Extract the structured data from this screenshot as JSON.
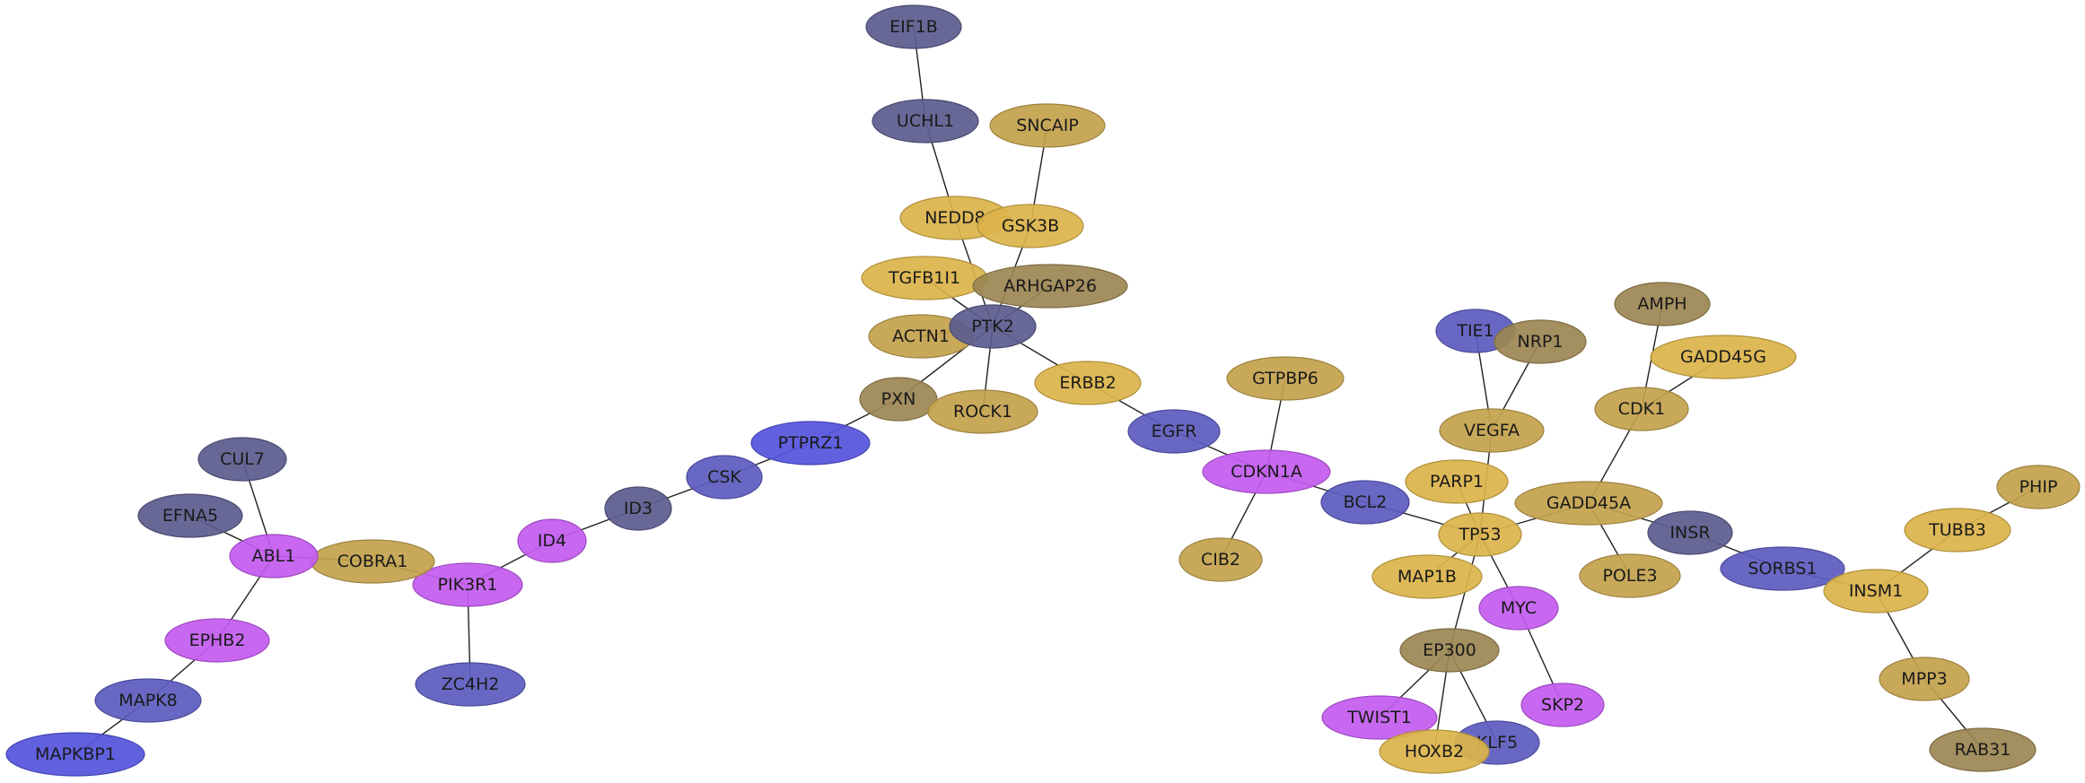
{
  "colors": {
    "gold": "#dcb44a",
    "tan": "#c4a24e",
    "olive": "#9c8653",
    "slate": "#5d5d8f",
    "indigo": "#5c5cbf",
    "blue": "#5555de",
    "magenta": "#c45cf0"
  },
  "nodes": [
    {
      "id": "EIF1B",
      "label": "EIF1B",
      "color": "slate"
    },
    {
      "id": "UCHL1",
      "label": "UCHL1",
      "color": "slate"
    },
    {
      "id": "SNCAIP",
      "label": "SNCAIP",
      "color": "tan"
    },
    {
      "id": "NEDD8",
      "label": "NEDD8",
      "color": "gold"
    },
    {
      "id": "GSK3B",
      "label": "GSK3B",
      "color": "gold"
    },
    {
      "id": "TGFB1I1",
      "label": "TGFB1I1",
      "color": "gold"
    },
    {
      "id": "ARHGAP26",
      "label": "ARHGAP26",
      "color": "olive"
    },
    {
      "id": "ACTN1",
      "label": "ACTN1",
      "color": "tan"
    },
    {
      "id": "PTK2",
      "label": "PTK2",
      "color": "slate"
    },
    {
      "id": "PXN",
      "label": "PXN",
      "color": "olive"
    },
    {
      "id": "ROCK1",
      "label": "ROCK1",
      "color": "tan"
    },
    {
      "id": "ERBB2",
      "label": "ERBB2",
      "color": "gold"
    },
    {
      "id": "PTPRZ1",
      "label": "PTPRZ1",
      "color": "blue"
    },
    {
      "id": "CSK",
      "label": "CSK",
      "color": "indigo"
    },
    {
      "id": "ID3",
      "label": "ID3",
      "color": "slate"
    },
    {
      "id": "ID4",
      "label": "ID4",
      "color": "magenta"
    },
    {
      "id": "PIK3R1",
      "label": "PIK3R1",
      "color": "magenta"
    },
    {
      "id": "ZC4H2",
      "label": "ZC4H2",
      "color": "indigo"
    },
    {
      "id": "COBRA1",
      "label": "COBRA1",
      "color": "tan"
    },
    {
      "id": "ABL1",
      "label": "ABL1",
      "color": "magenta"
    },
    {
      "id": "CUL7",
      "label": "CUL7",
      "color": "slate"
    },
    {
      "id": "EFNA5",
      "label": "EFNA5",
      "color": "slate"
    },
    {
      "id": "EPHB2",
      "label": "EPHB2",
      "color": "magenta"
    },
    {
      "id": "MAPK8",
      "label": "MAPK8",
      "color": "indigo"
    },
    {
      "id": "MAPKBP1",
      "label": "MAPKBP1",
      "color": "blue"
    },
    {
      "id": "EGFR",
      "label": "EGFR",
      "color": "indigo"
    },
    {
      "id": "GTPBP6",
      "label": "GTPBP6",
      "color": "tan"
    },
    {
      "id": "CDKN1A",
      "label": "CDKN1A",
      "color": "magenta"
    },
    {
      "id": "CIB2",
      "label": "CIB2",
      "color": "tan"
    },
    {
      "id": "BCL2",
      "label": "BCL2",
      "color": "indigo"
    },
    {
      "id": "TIE1",
      "label": "TIE1",
      "color": "indigo"
    },
    {
      "id": "NRP1",
      "label": "NRP1",
      "color": "olive"
    },
    {
      "id": "VEGFA",
      "label": "VEGFA",
      "color": "tan"
    },
    {
      "id": "PARP1",
      "label": "PARP1",
      "color": "gold"
    },
    {
      "id": "TP53",
      "label": "TP53",
      "color": "gold"
    },
    {
      "id": "MAP1B",
      "label": "MAP1B",
      "color": "gold"
    },
    {
      "id": "MYC",
      "label": "MYC",
      "color": "magenta"
    },
    {
      "id": "SKP2",
      "label": "SKP2",
      "color": "magenta"
    },
    {
      "id": "EP300",
      "label": "EP300",
      "color": "olive"
    },
    {
      "id": "TWIST1",
      "label": "TWIST1",
      "color": "magenta"
    },
    {
      "id": "KLF5",
      "label": "KLF5",
      "color": "indigo"
    },
    {
      "id": "HOXB2",
      "label": "HOXB2",
      "color": "gold"
    },
    {
      "id": "AMPH",
      "label": "AMPH",
      "color": "olive"
    },
    {
      "id": "GADD45G",
      "label": "GADD45G",
      "color": "gold"
    },
    {
      "id": "CDK1",
      "label": "CDK1",
      "color": "tan"
    },
    {
      "id": "GADD45A",
      "label": "GADD45A",
      "color": "tan"
    },
    {
      "id": "POLE3",
      "label": "POLE3",
      "color": "tan"
    },
    {
      "id": "INSR",
      "label": "INSR",
      "color": "slate"
    },
    {
      "id": "SORBS1",
      "label": "SORBS1",
      "color": "indigo"
    },
    {
      "id": "INSM1",
      "label": "INSM1",
      "color": "gold"
    },
    {
      "id": "TUBB3",
      "label": "TUBB3",
      "color": "gold"
    },
    {
      "id": "PHIP",
      "label": "PHIP",
      "color": "tan"
    },
    {
      "id": "MPP3",
      "label": "MPP3",
      "color": "tan"
    },
    {
      "id": "RAB31",
      "label": "RAB31",
      "color": "olive"
    }
  ],
  "edges": [
    [
      "EIF1B",
      "UCHL1"
    ],
    [
      "UCHL1",
      "NEDD8"
    ],
    [
      "NEDD8",
      "PTK2"
    ],
    [
      "SNCAIP",
      "GSK3B"
    ],
    [
      "GSK3B",
      "PTK2"
    ],
    [
      "TGFB1I1",
      "PTK2"
    ],
    [
      "ARHGAP26",
      "PTK2"
    ],
    [
      "ACTN1",
      "PTK2"
    ],
    [
      "PTK2",
      "PXN"
    ],
    [
      "PTK2",
      "ROCK1"
    ],
    [
      "PTK2",
      "ERBB2"
    ],
    [
      "ERBB2",
      "EGFR"
    ],
    [
      "PXN",
      "PTPRZ1"
    ],
    [
      "PTPRZ1",
      "CSK"
    ],
    [
      "CSK",
      "ID3"
    ],
    [
      "ID3",
      "ID4"
    ],
    [
      "ID4",
      "PIK3R1"
    ],
    [
      "PIK3R1",
      "ZC4H2"
    ],
    [
      "PIK3R1",
      "COBRA1"
    ],
    [
      "COBRA1",
      "ABL1"
    ],
    [
      "ABL1",
      "CUL7"
    ],
    [
      "ABL1",
      "EFNA5"
    ],
    [
      "ABL1",
      "EPHB2"
    ],
    [
      "EPHB2",
      "MAPK8"
    ],
    [
      "MAPK8",
      "MAPKBP1"
    ],
    [
      "EGFR",
      "CDKN1A"
    ],
    [
      "CDKN1A",
      "GTPBP6"
    ],
    [
      "CDKN1A",
      "CIB2"
    ],
    [
      "CDKN1A",
      "BCL2"
    ],
    [
      "BCL2",
      "TP53"
    ],
    [
      "TIE1",
      "VEGFA"
    ],
    [
      "NRP1",
      "VEGFA"
    ],
    [
      "VEGFA",
      "TP53"
    ],
    [
      "PARP1",
      "TP53"
    ],
    [
      "MAP1B",
      "TP53"
    ],
    [
      "TP53",
      "MYC"
    ],
    [
      "MYC",
      "SKP2"
    ],
    [
      "TP53",
      "EP300"
    ],
    [
      "TP53",
      "GADD45A"
    ],
    [
      "EP300",
      "TWIST1"
    ],
    [
      "EP300",
      "KLF5"
    ],
    [
      "EP300",
      "HOXB2"
    ],
    [
      "AMPH",
      "CDK1"
    ],
    [
      "GADD45G",
      "CDK1"
    ],
    [
      "CDK1",
      "GADD45A"
    ],
    [
      "GADD45A",
      "POLE3"
    ],
    [
      "GADD45A",
      "INSR"
    ],
    [
      "INSR",
      "SORBS1"
    ],
    [
      "SORBS1",
      "INSM1"
    ],
    [
      "INSM1",
      "TUBB3"
    ],
    [
      "TUBB3",
      "PHIP"
    ],
    [
      "INSM1",
      "MPP3"
    ],
    [
      "MPP3",
      "RAB31"
    ]
  ]
}
